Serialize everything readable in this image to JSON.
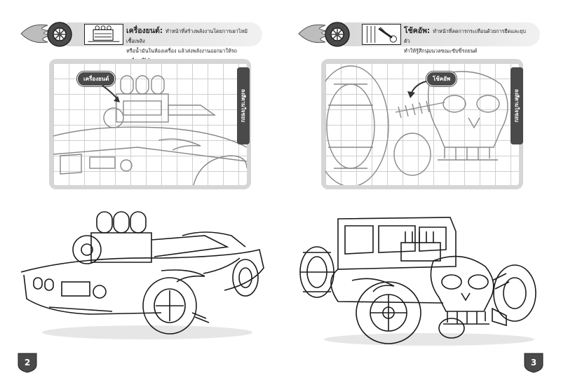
{
  "left_page": {
    "header": {
      "title": "เครื่องยนต์:",
      "description_line1": "ทำหน้าที่สร้างพลังงานโดยการเผาไหม้เชื้อเพลิง",
      "description_line2": "หรือน้ำมันในห้องเครื่อง แล้วส่งพลังงานออกมาให้รถเคลื่อนที่ได้"
    },
    "zoom": {
      "callout_label": "เครื่องยนต์",
      "side_tab_label": "ลงสีตามใจชอบ"
    },
    "page_number": "2"
  },
  "right_page": {
    "header": {
      "title": "โช้คอัพ:",
      "description_line1": "ทำหน้าที่ลดการกระเทือนด้วยการยืดและยุบตัว",
      "description_line2": "ทำให้รู้สึกนุ่มนวลขณะขับขี่รถยนต์"
    },
    "zoom": {
      "callout_label": "โช้คอัพ",
      "side_tab_label": "ลงสีตามใจชอบ"
    },
    "page_number": "3"
  },
  "colors": {
    "banner": "#d9d9d9",
    "frame": "#d6d6d6",
    "tab": "#4a4a4a",
    "line": "#1a1a1a"
  }
}
